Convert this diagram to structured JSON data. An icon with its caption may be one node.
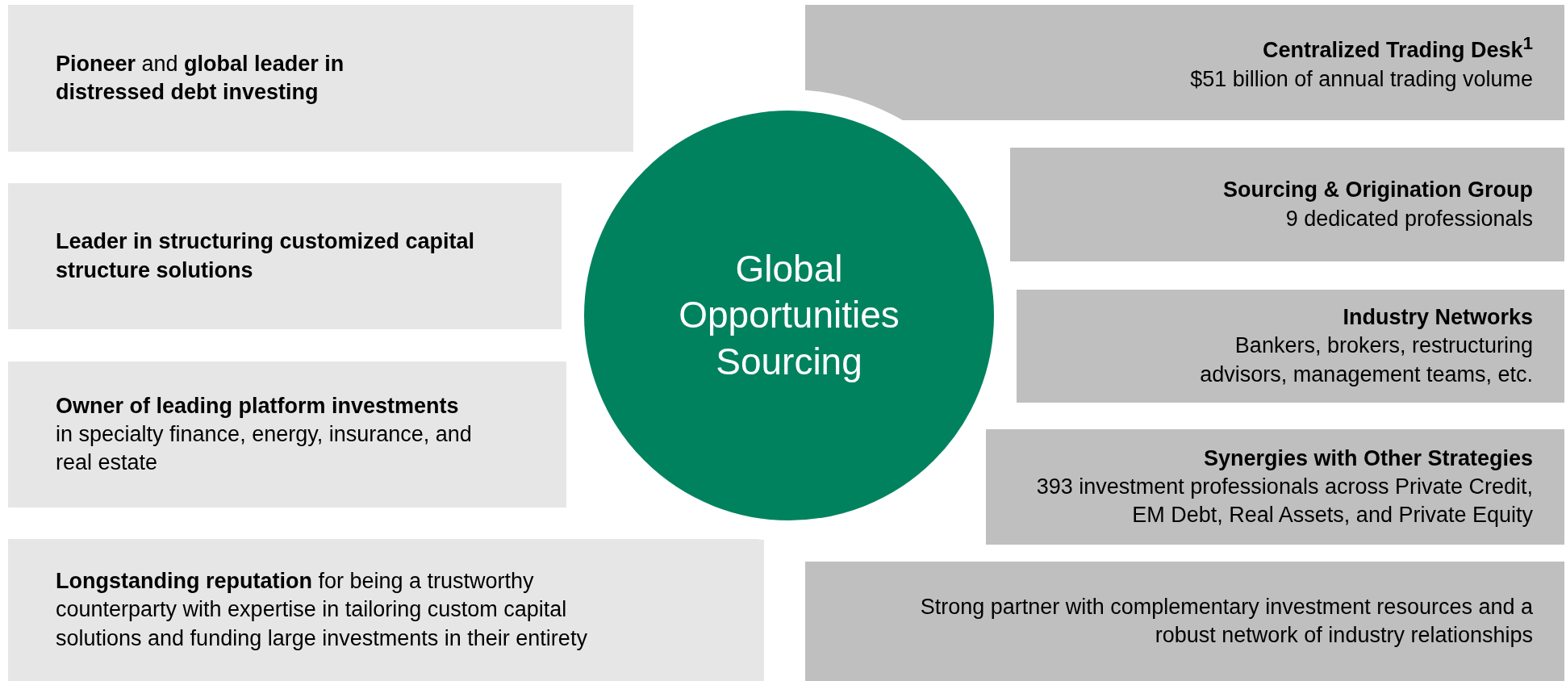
{
  "diagram": {
    "nodes": [
      {
        "text": [
          "**Pioneer** and **global leader in distressed debt investing**"
        ]
      },
      {
        "text": [
          "**Leader in structuring customized capital structure solutions**"
        ]
      },
      {
        "text": [
          "**Owner of leading platform investments** in specialty finance, energy, insurance, and real estate"
        ]
      },
      {
        "text": [
          "**Longstanding reputation** for being a trustworthy counterparty with expertise in tailoring custom capital solutions and funding large investments in their entirety"
        ]
      },
      {
        "text": [
          "Global Opportunities Sourcing"
        ]
      },
      {
        "text": [
          "Centralized Trading Desk$^{1}$",
          "$51 billion of annual trading volume"
        ]
      },
      {
        "text": [
          "Sourcing & Origination Group",
          "9 dedicated professionals"
        ]
      },
      {
        "text": [
          "Industry Networks",
          "Bankers, brokers, restructuring advisors, management teams, etc."
        ]
      },
      {
        "text": [
          "Synergies with Other Strategies",
          "393 investment professionals across Private Credit, EM Debt, Real Assets, and Private Equity"
        ]
      },
      {
        "text": [
          "Strong partner with complementary investment resources and a robust network of industry relationships"
        ]
      }
    ],
    "edges": []
  }
}
